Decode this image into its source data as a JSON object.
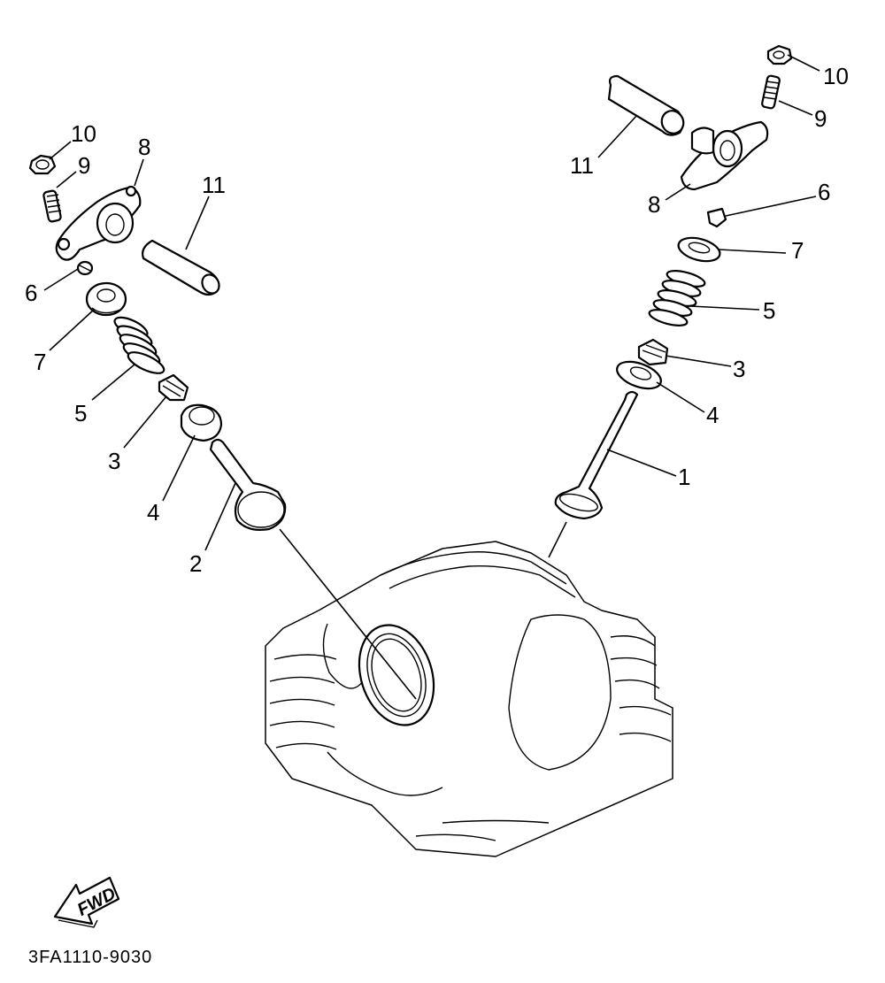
{
  "labels": {
    "left": {
      "n10": "10",
      "n9": "9",
      "n8": "8",
      "n11": "11",
      "n6": "6",
      "n7": "7",
      "n5": "5",
      "n3": "3",
      "n4": "4",
      "n2": "2"
    },
    "right": {
      "n10": "10",
      "n9": "9",
      "n11": "11",
      "n8": "8",
      "n6": "6",
      "n7": "7",
      "n5": "5",
      "n3": "3",
      "n4": "4",
      "n1": "1"
    }
  },
  "fwd_label": "FWD",
  "diagram_code": "3FA1110-9030"
}
